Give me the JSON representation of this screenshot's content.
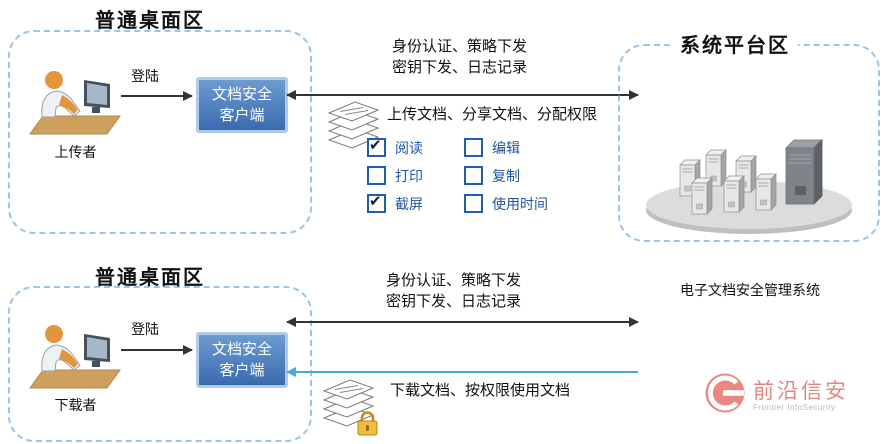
{
  "zones": {
    "upload_desktop": {
      "title": "普通桌面区",
      "user": "上传者",
      "login": "登陆",
      "client": "文档安全\n客户端"
    },
    "download_desktop": {
      "title": "普通桌面区",
      "user": "下载者",
      "login": "登陆",
      "client": "文档安全\n客户端"
    },
    "platform": {
      "title": "系统平台区",
      "system": "电子文档安全管理系统"
    }
  },
  "flows": {
    "auth_top": "身份认证、策略下发\n密钥下发、日志记录",
    "upload": "上传文档、分享文档、分配权限",
    "auth_bottom": "身份认证、策略下发\n密钥下发、日志记录",
    "download": "下载文档、按权限使用文档"
  },
  "permissions": [
    {
      "label": "阅读",
      "checked": true
    },
    {
      "label": "编辑",
      "checked": false
    },
    {
      "label": "打印",
      "checked": false
    },
    {
      "label": "复制",
      "checked": false
    },
    {
      "label": "截屏",
      "checked": true
    },
    {
      "label": "使用时间",
      "checked": false
    }
  ],
  "logo": {
    "name": "前沿信安",
    "tagline": "Frontier InfoSecurity"
  },
  "colors": {
    "dashed_border": "#9DC3E6",
    "client_top": "#6D9BD1",
    "client_bottom": "#3A6BB0",
    "client_border": "#AECBE8",
    "checkbox_blue": "#1F5FA9",
    "perm_label": "#2155A3",
    "arrow": "#333333",
    "download_arrow": "#45AADF",
    "logo_red": "#D9534F"
  }
}
